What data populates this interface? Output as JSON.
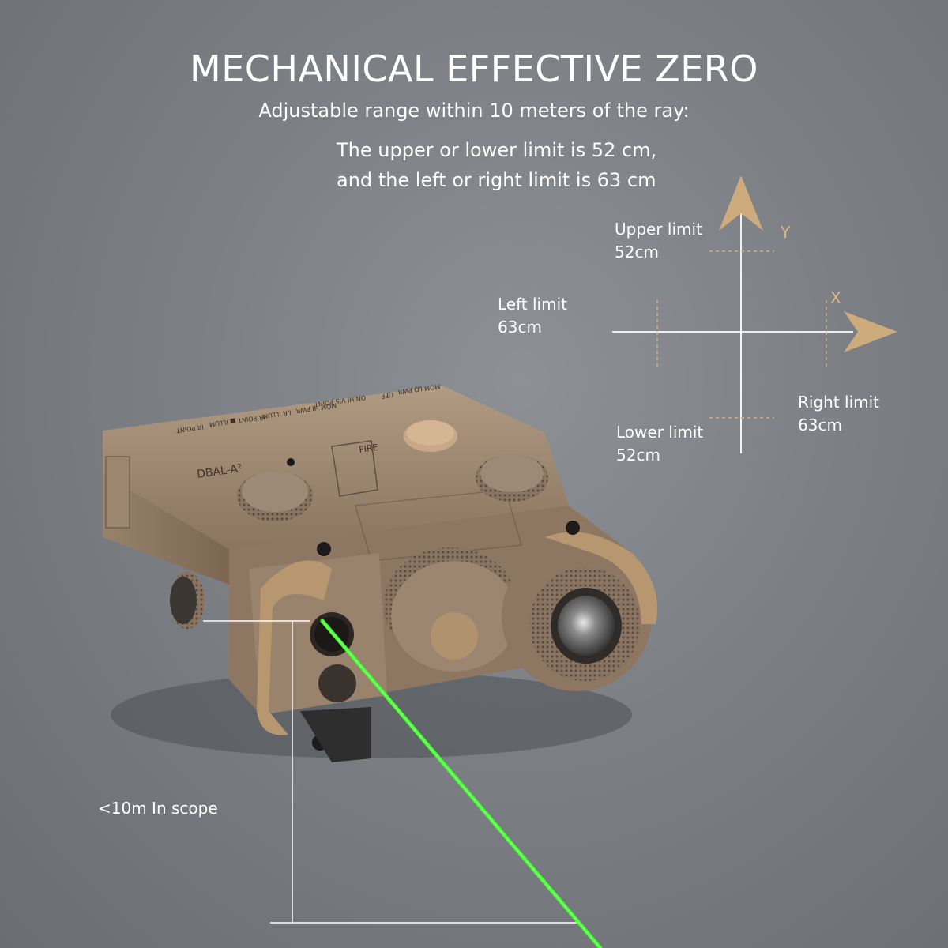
{
  "title": "MECHANICAL EFFECTIVE ZERO",
  "subtitle": "Adjustable range within 10 meters of the ray:",
  "description": {
    "line1": "The upper or lower limit is 52 cm,",
    "line2": "and the left or right limit is 63 cm"
  },
  "axes": {
    "y_label": "Y",
    "x_label": "X"
  },
  "limits": {
    "upper": {
      "name": "Upper limit",
      "value": "52cm"
    },
    "lower": {
      "name": "Lower limit",
      "value": "52cm"
    },
    "left": {
      "name": "Left limit",
      "value": "63cm"
    },
    "right": {
      "name": "Right limit",
      "value": "63cm"
    }
  },
  "scope_label": "<10m In scope",
  "device": {
    "model": "DBAL-A²",
    "fire_label": "FIRE",
    "mode_labels": [
      "IR POINT",
      "IR POINT ■ ILLUM",
      "I/R ILLUM",
      "MOM HI PWR",
      "ON HI VIS POINT",
      "OFF",
      "MOM LO PWR"
    ]
  },
  "colors": {
    "arrow": "#cdab7c",
    "laser": "#3dff2a",
    "device_body": "#a38a70",
    "background": "#7c7f84"
  }
}
